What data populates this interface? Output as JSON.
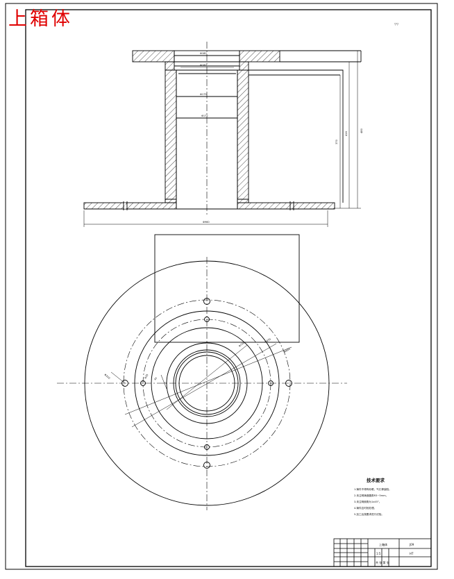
{
  "drawing": {
    "title": "上箱体"
  },
  "roughness_mark": "▽▽",
  "notes": {
    "title": "技术要求",
    "items": [
      "1.铸件不得有砂眼，气孔等缺陷。",
      "2.未注明铸造圆角R3~5mm。",
      "3.未注明倒角为1x45°。",
      "4.铸件应时效处理。",
      "5.加工后按要求进行试验。"
    ]
  },
  "dimensions": {
    "overall_width": "Φ960",
    "bore_top": "Φ180",
    "bore_step": "Φ180",
    "bore_inner": "Φ175",
    "bore_main": "Φ172",
    "height_inner": "370",
    "height_mid": "416",
    "height_total": "480",
    "radial_1": "Φ640",
    "radial_2": "Φ430",
    "radial_3": "Φ720",
    "radial_4": "Φ310",
    "hole_label_left": "Φ20",
    "hole_label_angle": "4x",
    "hole_label_small": "20"
  },
  "title_block": {
    "part_name": "上箱体",
    "drawing_no": "J09",
    "scale": "1:5",
    "material": "HT",
    "sheet": "共 张 第 张"
  }
}
